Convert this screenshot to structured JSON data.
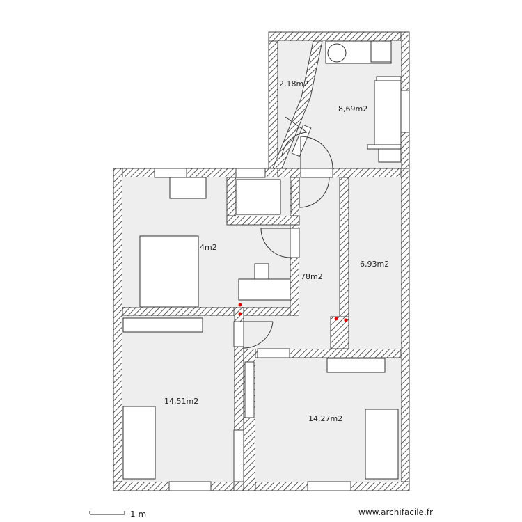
{
  "rooms": [
    {
      "id": "wc",
      "area": "2,18m2"
    },
    {
      "id": "bathroom",
      "area": "8,69m2"
    },
    {
      "id": "living",
      "area": "4m2"
    },
    {
      "id": "hall",
      "area": "78m2"
    },
    {
      "id": "side-room",
      "area": "6,93m2"
    },
    {
      "id": "bedroom-1",
      "area": "14,51m2"
    },
    {
      "id": "bedroom-2",
      "area": "14,27m2"
    }
  ],
  "scale": {
    "label": "1 m"
  },
  "watermark": "www.archifacile.fr",
  "colors": {
    "wall": "#555555",
    "floor": "#eeeeee",
    "furniture": "#ffffff",
    "marker": "#dd0000"
  }
}
